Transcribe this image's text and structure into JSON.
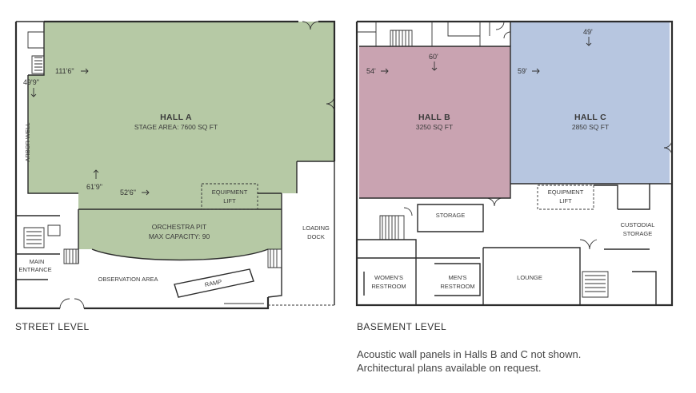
{
  "street_level": {
    "caption": "STREET LEVEL",
    "hall_a": {
      "name": "HALL A",
      "detail": "STAGE AREA: 7600 SQ FT"
    },
    "orchestra_pit": {
      "name": "ORCHESTRA PIT",
      "detail": "MAX CAPACITY: 90"
    },
    "equipment_lift": {
      "line1": "EQUIPMENT",
      "line2": "LIFT"
    },
    "arbor_well": "ARBOR WELL",
    "loading_dock": {
      "line1": "LOADING",
      "line2": "DOCK"
    },
    "main_entrance": {
      "line1": "MAIN",
      "line2": "ENTRANCE"
    },
    "observation_area": "OBSERVATION AREA",
    "ramp": "RAMP",
    "dimensions": {
      "width": "111'6\"",
      "depth": "49'9\"",
      "pit_depth": "61'9\"",
      "pit_width": "52'6\""
    }
  },
  "basement_level": {
    "caption": "BASEMENT LEVEL",
    "hall_b": {
      "name": "HALL B",
      "detail": "3250 SQ FT"
    },
    "hall_c": {
      "name": "HALL C",
      "detail": "2850 SQ FT"
    },
    "equipment_lift": {
      "line1": "EQUIPMENT",
      "line2": "LIFT"
    },
    "storage": "STORAGE",
    "custodial_storage": {
      "line1": "CUSTODIAL",
      "line2": "STORAGE"
    },
    "womens_restroom": {
      "line1": "WOMEN'S",
      "line2": "RESTROOM"
    },
    "mens_restroom": {
      "line1": "MEN'S",
      "line2": "RESTROOM"
    },
    "lounge": "LOUNGE",
    "dimensions": {
      "hall_b_width": "54'",
      "hall_b_depth": "60'",
      "hall_c_width": "59'",
      "hall_c_depth": "49'"
    }
  },
  "notes": {
    "line1": "Acoustic wall panels in Halls B and C not shown.",
    "line2": "Architectural plans available on request."
  },
  "colors": {
    "hall_a": "#b6c9a5",
    "hall_b": "#c9a3b1",
    "hall_c": "#b7c6e0",
    "walls": "#2c2c2c"
  }
}
